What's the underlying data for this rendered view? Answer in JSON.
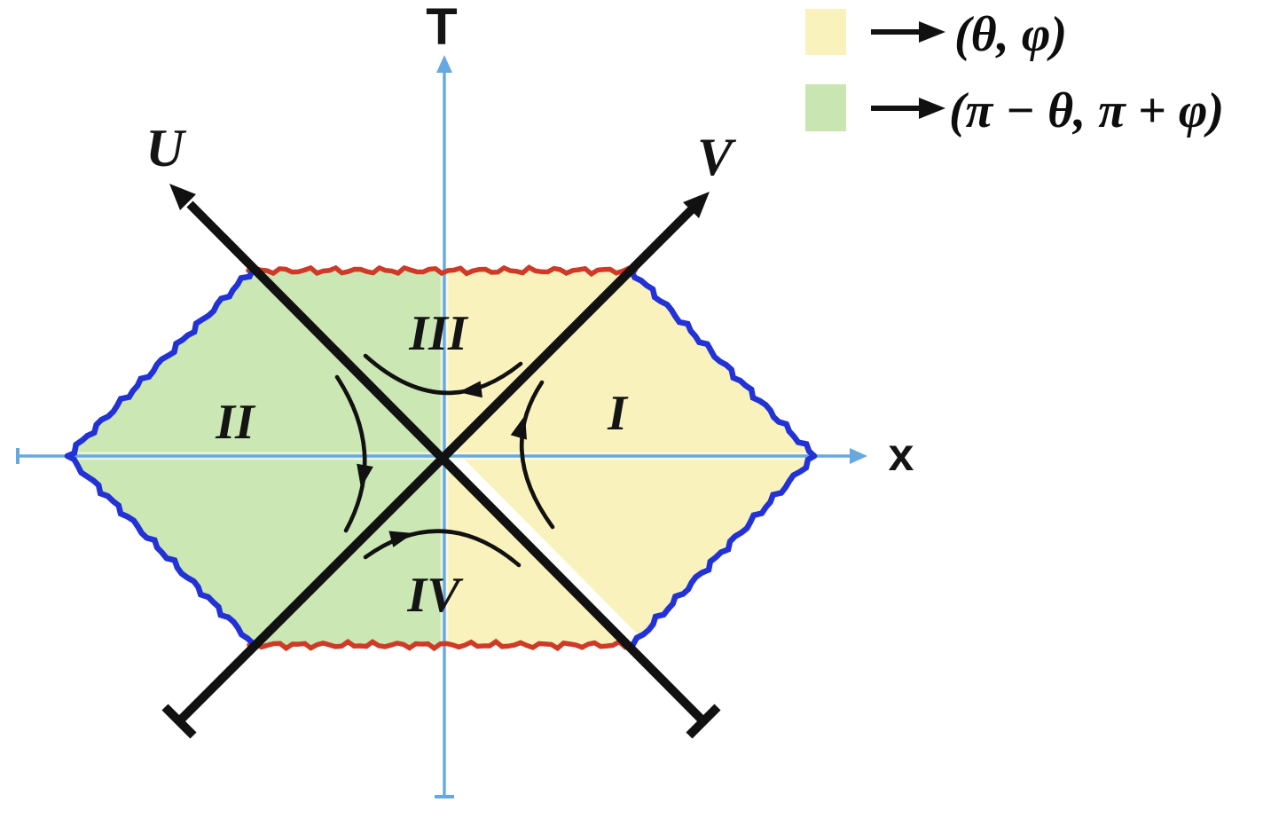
{
  "figure": {
    "type": "penrose-conformal-diagram",
    "axes": {
      "vertical_label": "T",
      "horizontal_label": "x",
      "null_left_label": "U",
      "null_right_label": "V"
    },
    "regions": {
      "right": "I",
      "left": "II",
      "top": "III",
      "bottom": "IV"
    },
    "legend": {
      "items": [
        {
          "swatch": "yellow-square",
          "swatch_color": "#faf2bc",
          "label": "(θ, φ)"
        },
        {
          "swatch": "green-square",
          "swatch_color": "#c9e6b2",
          "label": "(π − θ, π + φ)"
        }
      ]
    },
    "colors": {
      "yellow_region": "#faf2bc",
      "green_region": "#cbe7b4",
      "red_boundary": "#cf3a27",
      "blue_boundary": "#2232d6",
      "axis_blue": "#66a9e0",
      "line_black": "#111111"
    }
  }
}
